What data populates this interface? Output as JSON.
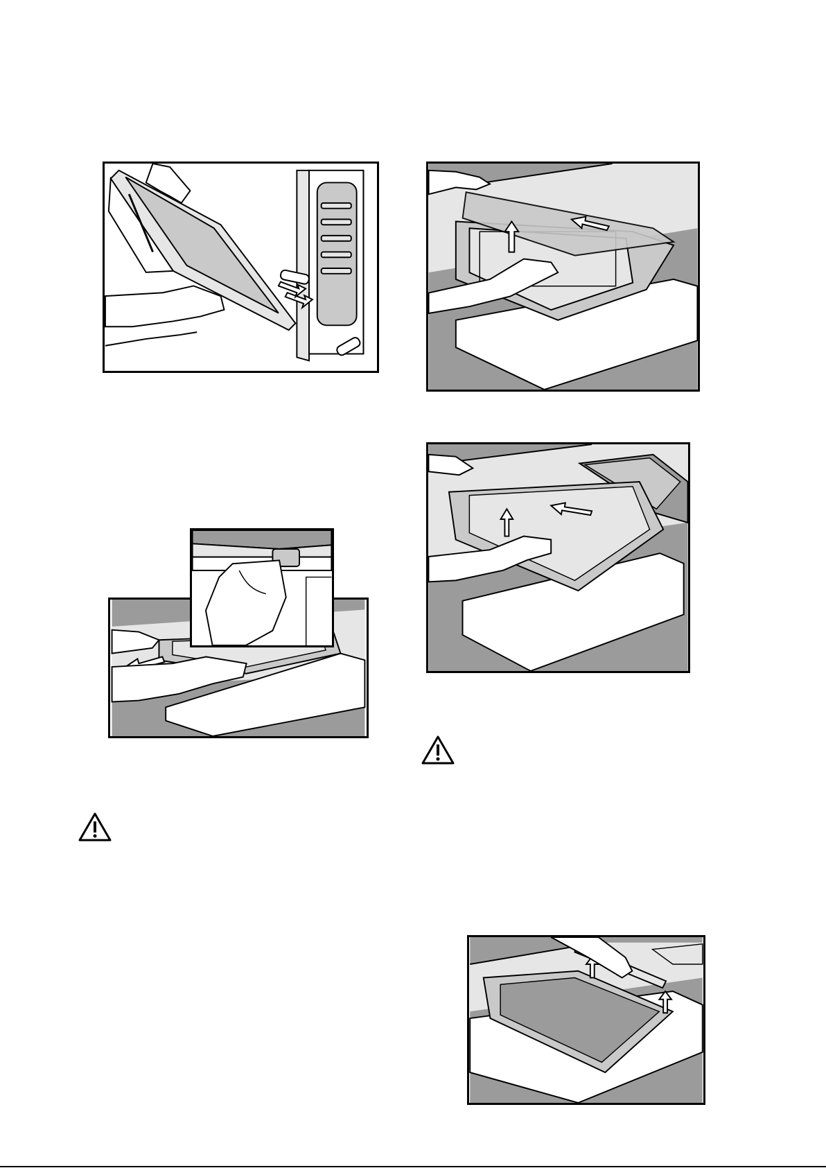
{
  "page": {
    "background": "#ffffff",
    "ink": "#000000",
    "tone_dark": "#9b9b9b",
    "tone_mid": "#c9c9c9",
    "tone_light": "#e6e6e6"
  },
  "illustrations": [
    {
      "id": "door-lift-off",
      "icon": "oven-door-removal"
    },
    {
      "id": "inner-glass-lift",
      "icon": "glass-panel-lift"
    },
    {
      "id": "trim-release",
      "icon": "door-trim-release"
    },
    {
      "id": "middle-glass-lift",
      "icon": "glass-panel-slide"
    },
    {
      "id": "profile-removal",
      "icon": "door-profile-removal"
    }
  ],
  "warnings": [
    {
      "icon": "warning-triangle-icon"
    },
    {
      "icon": "warning-triangle-icon"
    }
  ]
}
